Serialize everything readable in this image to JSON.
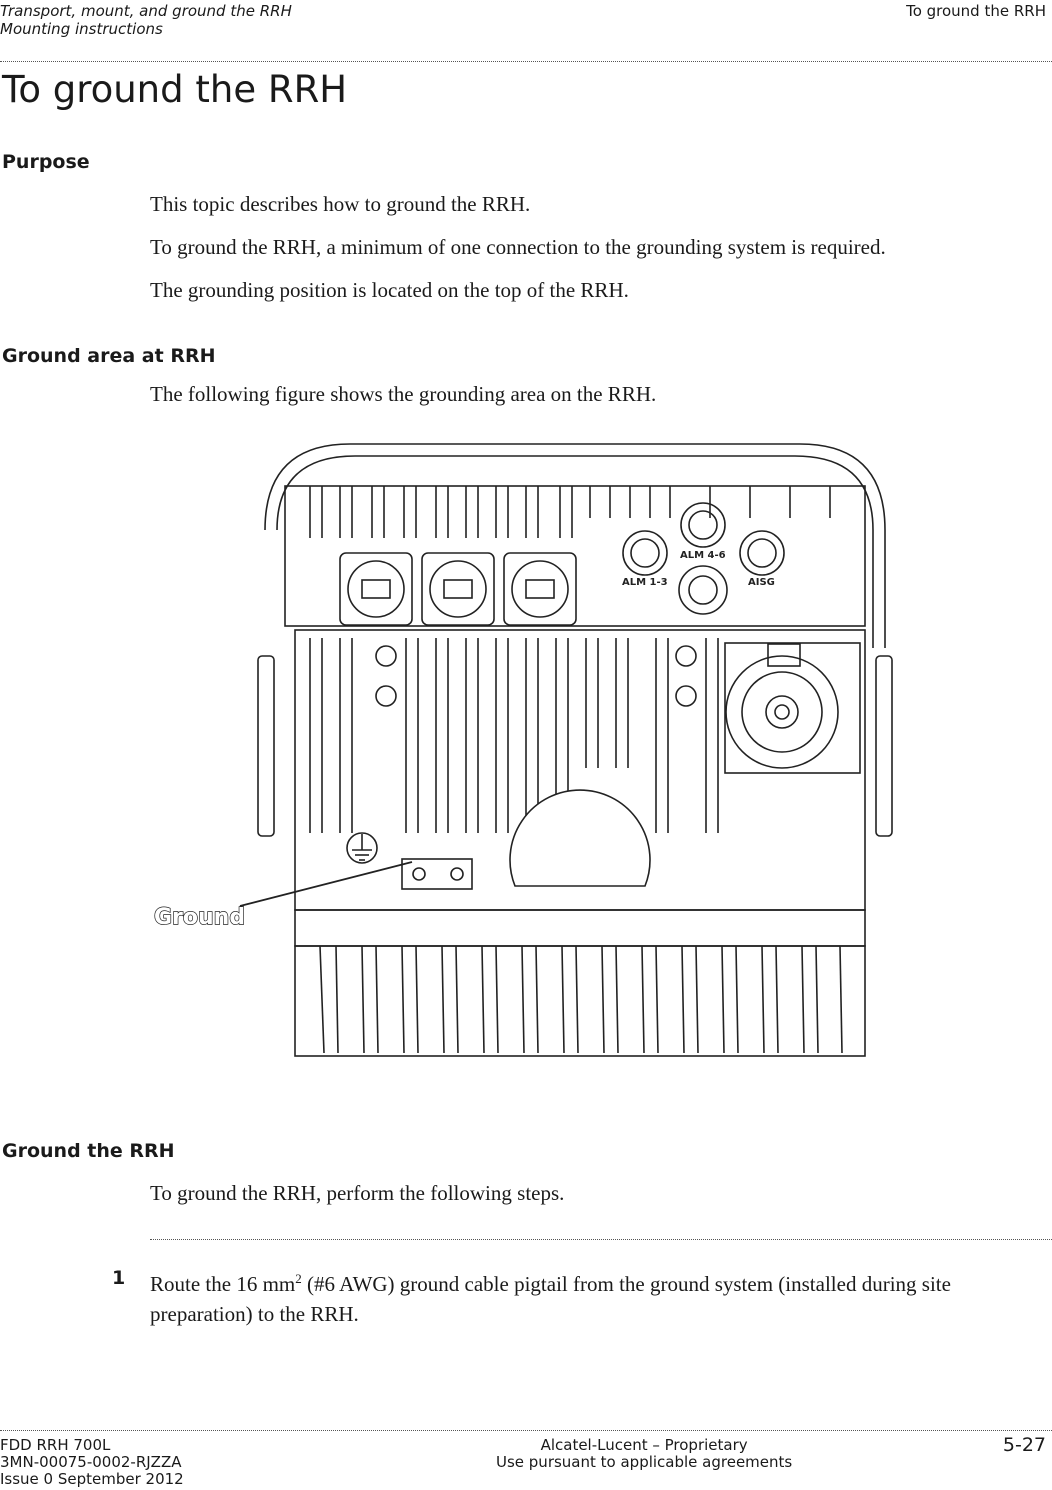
{
  "header": {
    "left_line1": "Transport, mount, and ground the RRH",
    "left_line2": "Mounting instructions",
    "right": "To ground the RRH"
  },
  "page_title": "To ground the RRH",
  "purpose": {
    "heading": "Purpose",
    "paragraphs": [
      "This topic describes how to ground the RRH.",
      "To ground the RRH, a minimum of one connection to the grounding system is required.",
      "The grounding position is located on the top of the RRH."
    ]
  },
  "ground_area": {
    "heading": "Ground area at RRH",
    "paragraph": "The following figure shows the grounding area on the RRH."
  },
  "figure": {
    "ground_label": "Ground",
    "connector_labels": [
      "ALM 1-3",
      "ALM 4-6",
      "AISG"
    ]
  },
  "ground_rrh": {
    "heading": "Ground the RRH",
    "paragraph": "To ground the RRH, perform the following steps."
  },
  "steps": [
    {
      "number": "1",
      "text_before": "Route the 16 mm",
      "superscript": "2",
      "text_after": " (#6 AWG) ground cable pigtail from the ground system (installed during site preparation) to the RRH."
    }
  ],
  "footer": {
    "left_line1": "FDD RRH 700L",
    "left_line2": "3MN-00075-0002-RJZZA",
    "left_line3": "Issue 0   September 2012",
    "mid_line1": "Alcatel-Lucent – Proprietary",
    "mid_line2": "Use pursuant to applicable agreements",
    "page_number": "5-27"
  }
}
